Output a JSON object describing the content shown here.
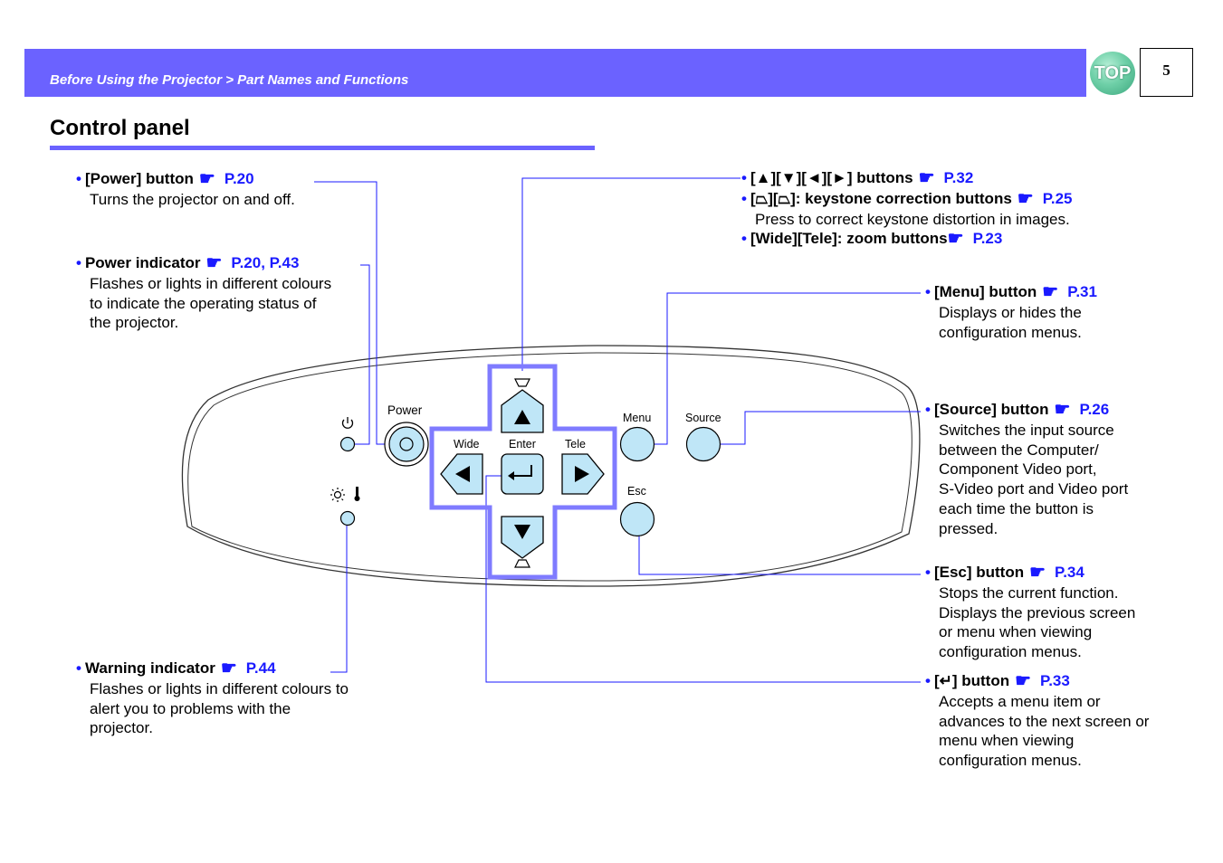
{
  "header": {
    "breadcrumb": "Before Using the Projector > Part Names and Functions",
    "top_label": "TOP",
    "page_number": "5"
  },
  "section": {
    "title": "Control panel"
  },
  "items": {
    "power_button": {
      "bullet": "•",
      "title": "[Power] button",
      "hand": "☛",
      "ref": "P.20",
      "desc": [
        "Turns the projector on and off."
      ]
    },
    "power_indicator": {
      "bullet": "•",
      "title": "Power indicator",
      "hand": "☛",
      "ref": "P.20, P.43",
      "desc": [
        "Flashes or lights in different colours",
        "to indicate the operating status of",
        "the projector."
      ]
    },
    "warning_indicator": {
      "bullet": "•",
      "title": "Warning indicator",
      "hand": "☛",
      "ref": "P.44",
      "desc": [
        "Flashes or lights in different colours to",
        "alert you to problems with the",
        "projector."
      ]
    },
    "arrow_buttons": {
      "bullet": "•",
      "title": "[▲][▼][◄][►] buttons",
      "hand": "☛",
      "ref": "P.32"
    },
    "keystone_buttons": {
      "bullet": "•",
      "title": "[⏢][⏢]: keystone correction buttons",
      "hand": "☛",
      "ref": "P.25",
      "desc": [
        "Press to correct keystone distortion in images."
      ]
    },
    "zoom_buttons": {
      "bullet": "•",
      "title": "[Wide][Tele]: zoom buttons",
      "hand": "☛",
      "ref": "P.23"
    },
    "menu_button": {
      "bullet": "•",
      "title": "[Menu] button",
      "hand": "☛",
      "ref": "P.31",
      "desc": [
        "Displays or hides the",
        "configuration menus."
      ]
    },
    "source_button": {
      "bullet": "•",
      "title": "[Source] button",
      "hand": "☛",
      "ref": "P.26",
      "desc": [
        "Switches the input source",
        "between the Computer/",
        "Component Video port,",
        "S-Video port and Video port",
        "each time the button is",
        "pressed."
      ]
    },
    "esc_button": {
      "bullet": "•",
      "title": "[Esc] button",
      "hand": "☛",
      "ref": "P.34",
      "desc": [
        "Stops the current function.",
        "Displays the previous screen",
        "or menu when viewing",
        "configuration menus."
      ]
    },
    "enter_button": {
      "bullet": "•",
      "title": "[↵] button",
      "hand": "☛",
      "ref": "P.33",
      "desc": [
        "Accepts a menu item or",
        "advances to the next screen or",
        "menu when viewing",
        "configuration menus."
      ]
    }
  },
  "panel_labels": {
    "power": "Power",
    "menu": "Menu",
    "source": "Source",
    "esc": "Esc",
    "wide": "Wide",
    "enter": "Enter",
    "tele": "Tele"
  },
  "colors": {
    "accent": "#6b62ff",
    "link": "#1a1aff",
    "button_fill": "#bfe6f7",
    "leader_line": "#1a1aff"
  }
}
